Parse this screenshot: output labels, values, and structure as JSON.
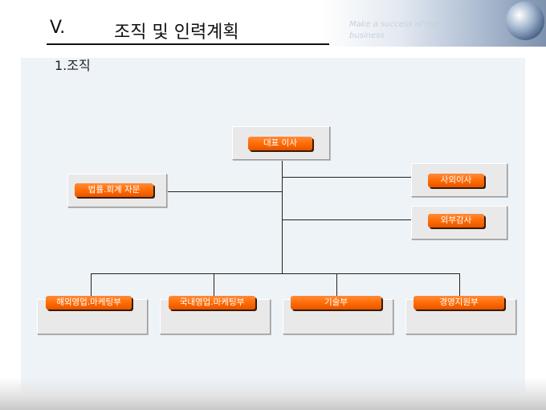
{
  "header": {
    "section_number": "V.",
    "section_title": "조직 및 인력계획",
    "banner_tagline": "Make a success of the business"
  },
  "subtitle": "1.조직",
  "org_chart": {
    "ceo": "대표 이사",
    "advisory": "법률.회계 자문",
    "outside_director": "사외이사",
    "external_auditor": "외부감사",
    "departments": [
      "해외영업.마케팅부",
      "국내영업.마케팅부",
      "기술부",
      "경영지원부"
    ]
  },
  "colors": {
    "label_orange": "#ff6a00",
    "box_gray": "#e9e9e9",
    "panel": "#eef3f8"
  }
}
